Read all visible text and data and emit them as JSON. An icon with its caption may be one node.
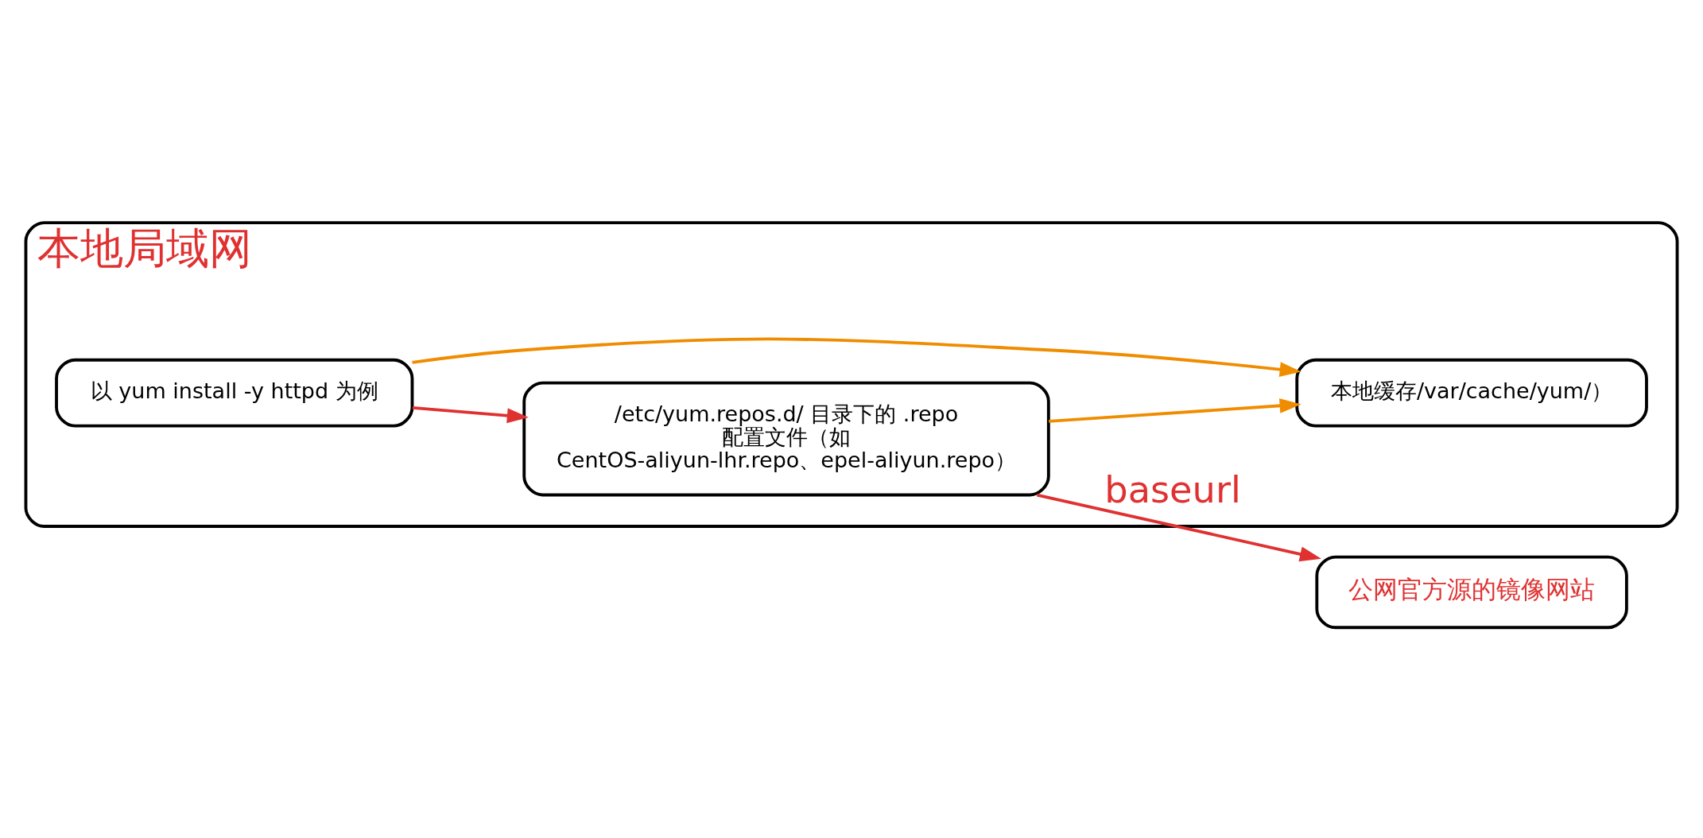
{
  "diagram": {
    "nodes": [
      {
        "text": [
          "本地局域网"
        ]
      },
      {
        "text": [
          "以 yum install -y httpd 为例"
        ],
        "in": 0
      },
      {
        "text": [
          "本地缓存/var/cache/yum/）"
        ],
        "in": 0
      },
      {
        "text": [
          "/etc/yum.repos.d/ 目录下的 .repo 配置文件（如 CentOS-aliyun-lhr.repo、epel-aliyun.repo）"
        ],
        "in": 0
      },
      {
        "text": [
          "公网官方源的镜像网站"
        ]
      }
    ],
    "edges": [
      {
        "from": 1,
        "to": 3,
        "arrow": "to",
        "color": "#e03131"
      },
      {
        "from": 1,
        "to": 2,
        "arrow": "to",
        "color": "#f08c00"
      },
      {
        "from": 3,
        "to": 2,
        "arrow": "to",
        "color": "#f08c00"
      },
      {
        "from": 3,
        "to": 4,
        "arrow": "to",
        "label": "baseurl",
        "color": "#e03131"
      }
    ]
  }
}
